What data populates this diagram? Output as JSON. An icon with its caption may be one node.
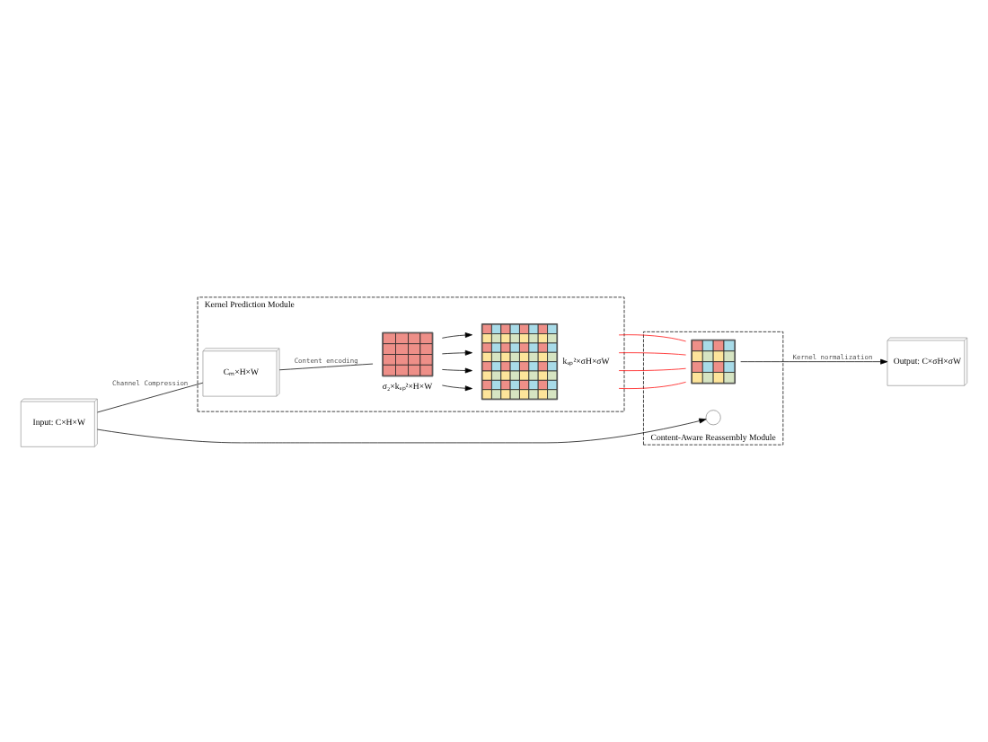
{
  "diagram": {
    "nodes": [
      {
        "text": [
          "Kernel Prediction Module"
        ]
      },
      {
        "text": [
          "Cₘ×H×W"
        ],
        "in": 0
      },
      {
        "text": [
          "σ₂×kᵤₚ²×H×W"
        ],
        "in": 0
      },
      {
        "text": [
          "kᵤₚ²×σH×σW"
        ],
        "in": 0
      },
      {
        "text": [
          "Content-Aware Reassembly Module"
        ]
      },
      {
        "text": [],
        "shape": "circle",
        "in": 4
      },
      {
        "text": [],
        "shape": "box",
        "in": 4
      },
      {
        "text": [
          "Input: C×H×W"
        ]
      },
      {
        "text": [
          "Output: C×σH×σW"
        ]
      }
    ],
    "edges": [
      {
        "from": 1,
        "to": 2,
        "arrow": "none",
        "label": "Content encoding"
      },
      {
        "from": 2,
        "to": 3,
        "arrow": "to"
      },
      {
        "from": 2,
        "to": 3,
        "arrow": "to"
      },
      {
        "from": 2,
        "to": 3,
        "arrow": "to"
      },
      {
        "from": 2,
        "to": 3,
        "arrow": "to"
      },
      {
        "from": 3,
        "to": 6,
        "arrow": "none",
        "color": "#ff0000"
      },
      {
        "from": 3,
        "to": 6,
        "arrow": "none",
        "color": "#ff0000"
      },
      {
        "from": 3,
        "to": 6,
        "arrow": "none",
        "color": "#ff0000"
      },
      {
        "from": 3,
        "to": 6,
        "arrow": "none",
        "color": "#ff0000"
      },
      {
        "from": 7,
        "to": 1,
        "arrow": "none",
        "label": "Channel Compression"
      },
      {
        "from": 7,
        "to": 5,
        "arrow": "to"
      },
      {
        "from": 6,
        "to": 8,
        "arrow": "to",
        "label": "Kernel normalization"
      }
    ]
  }
}
